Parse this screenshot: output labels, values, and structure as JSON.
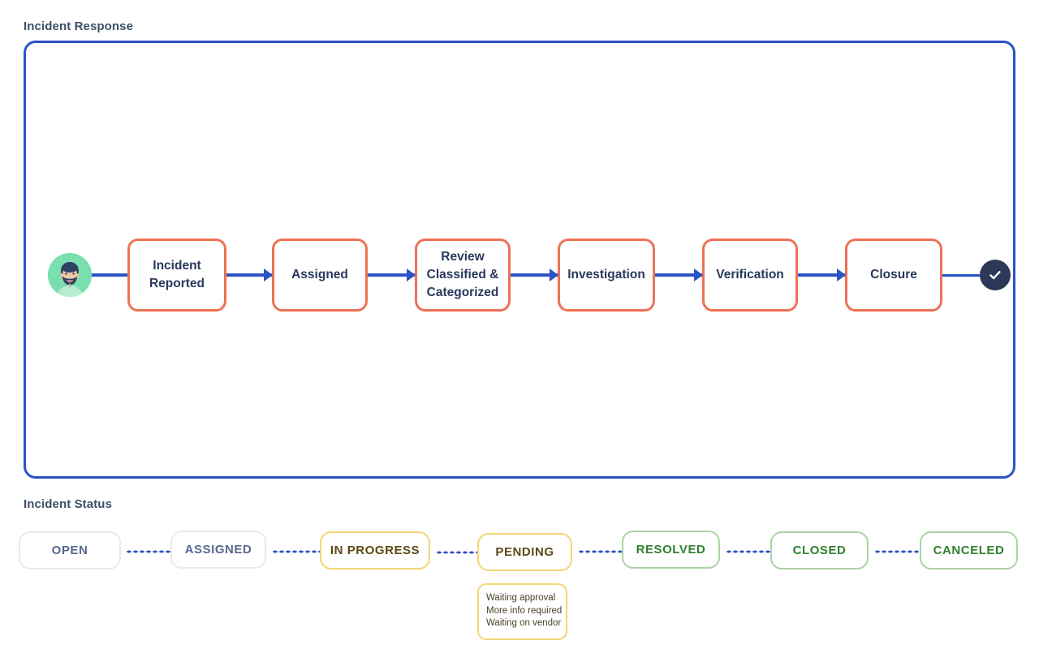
{
  "sections": {
    "flow_title": "Incident Response",
    "status_title": "Incident Status"
  },
  "flow": {
    "start_icon": "user-avatar-icon",
    "end_icon": "check-circle-icon",
    "accent_border": "#ee7254",
    "connector_color": "#2c53c4",
    "container_border": "#2c53c4",
    "nodes": [
      {
        "label": "Incident Reported"
      },
      {
        "label": "Assigned"
      },
      {
        "label": "Review Classified & Categorized"
      },
      {
        "label": "Investigation"
      },
      {
        "label": "Verification"
      },
      {
        "label": "Closure"
      }
    ]
  },
  "status": {
    "connector_color": "#2c53c4",
    "pills": [
      {
        "label": "OPEN",
        "style": "grey",
        "border": "#e9eaec",
        "text": "#56698c"
      },
      {
        "label": "ASSIGNED",
        "style": "grey",
        "border": "#e9eaec",
        "text": "#56698c"
      },
      {
        "label": "IN PROGRESS",
        "style": "yellow",
        "border": "#f2d675",
        "text": "#5c4a14"
      },
      {
        "label": "PENDING",
        "style": "yellow",
        "border": "#f2d675",
        "text": "#5c4a14"
      },
      {
        "label": "RESOLVED",
        "style": "green",
        "border": "#abd3a4",
        "text": "#31802f"
      },
      {
        "label": "CLOSED",
        "style": "green",
        "border": "#abd3a4",
        "text": "#31802f"
      },
      {
        "label": "CANCELED",
        "style": "green",
        "border": "#abd3a4",
        "text": "#31802f"
      }
    ],
    "pending_substatus": [
      "Waiting approval",
      "More info required",
      "Waiting on vendor"
    ]
  }
}
